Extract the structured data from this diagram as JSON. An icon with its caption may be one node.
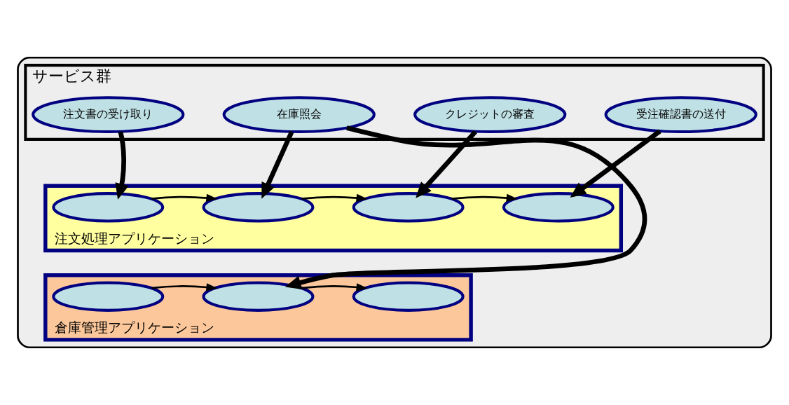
{
  "diagram": {
    "nodes": [
      {
        "text": [],
        "shape": "box"
      },
      {
        "text": [
          "サービス群"
        ],
        "in": 0
      },
      {
        "text": [
          "注文書の受け取り"
        ],
        "in": 1
      },
      {
        "text": [
          "在庫照会"
        ],
        "in": 1
      },
      {
        "text": [
          "クレジットの審査"
        ],
        "in": 1
      },
      {
        "text": [
          "受注確認書の送付"
        ],
        "in": 1
      },
      {
        "text": [
          "注文処理アプリケーション"
        ],
        "in": 0
      },
      {
        "text": [],
        "shape": "oval",
        "in": 6
      },
      {
        "text": [],
        "shape": "oval",
        "in": 6
      },
      {
        "text": [],
        "shape": "oval",
        "in": 6
      },
      {
        "text": [],
        "shape": "oval",
        "in": 6
      },
      {
        "text": [
          "倉庫管理アプリケーション"
        ],
        "in": 0
      },
      {
        "text": [],
        "shape": "oval",
        "in": 11
      },
      {
        "text": [],
        "shape": "oval",
        "in": 11
      },
      {
        "text": [],
        "shape": "oval",
        "in": 11
      }
    ],
    "edges": [
      {
        "from": 2,
        "to": 7,
        "arrow": "to",
        "style": "thick"
      },
      {
        "from": 3,
        "to": 8,
        "arrow": "to",
        "style": "thick"
      },
      {
        "from": 3,
        "to": 13,
        "arrow": "to",
        "style": "thick"
      },
      {
        "from": 4,
        "to": 9,
        "arrow": "to",
        "style": "thick"
      },
      {
        "from": 5,
        "to": 10,
        "arrow": "to",
        "style": "thick"
      },
      {
        "from": 7,
        "to": 8,
        "arrow": "to"
      },
      {
        "from": 8,
        "to": 9,
        "arrow": "to"
      },
      {
        "from": 9,
        "to": 10,
        "arrow": "to"
      },
      {
        "from": 12,
        "to": 13,
        "arrow": "to"
      },
      {
        "from": 13,
        "to": 14,
        "arrow": "to"
      }
    ]
  }
}
